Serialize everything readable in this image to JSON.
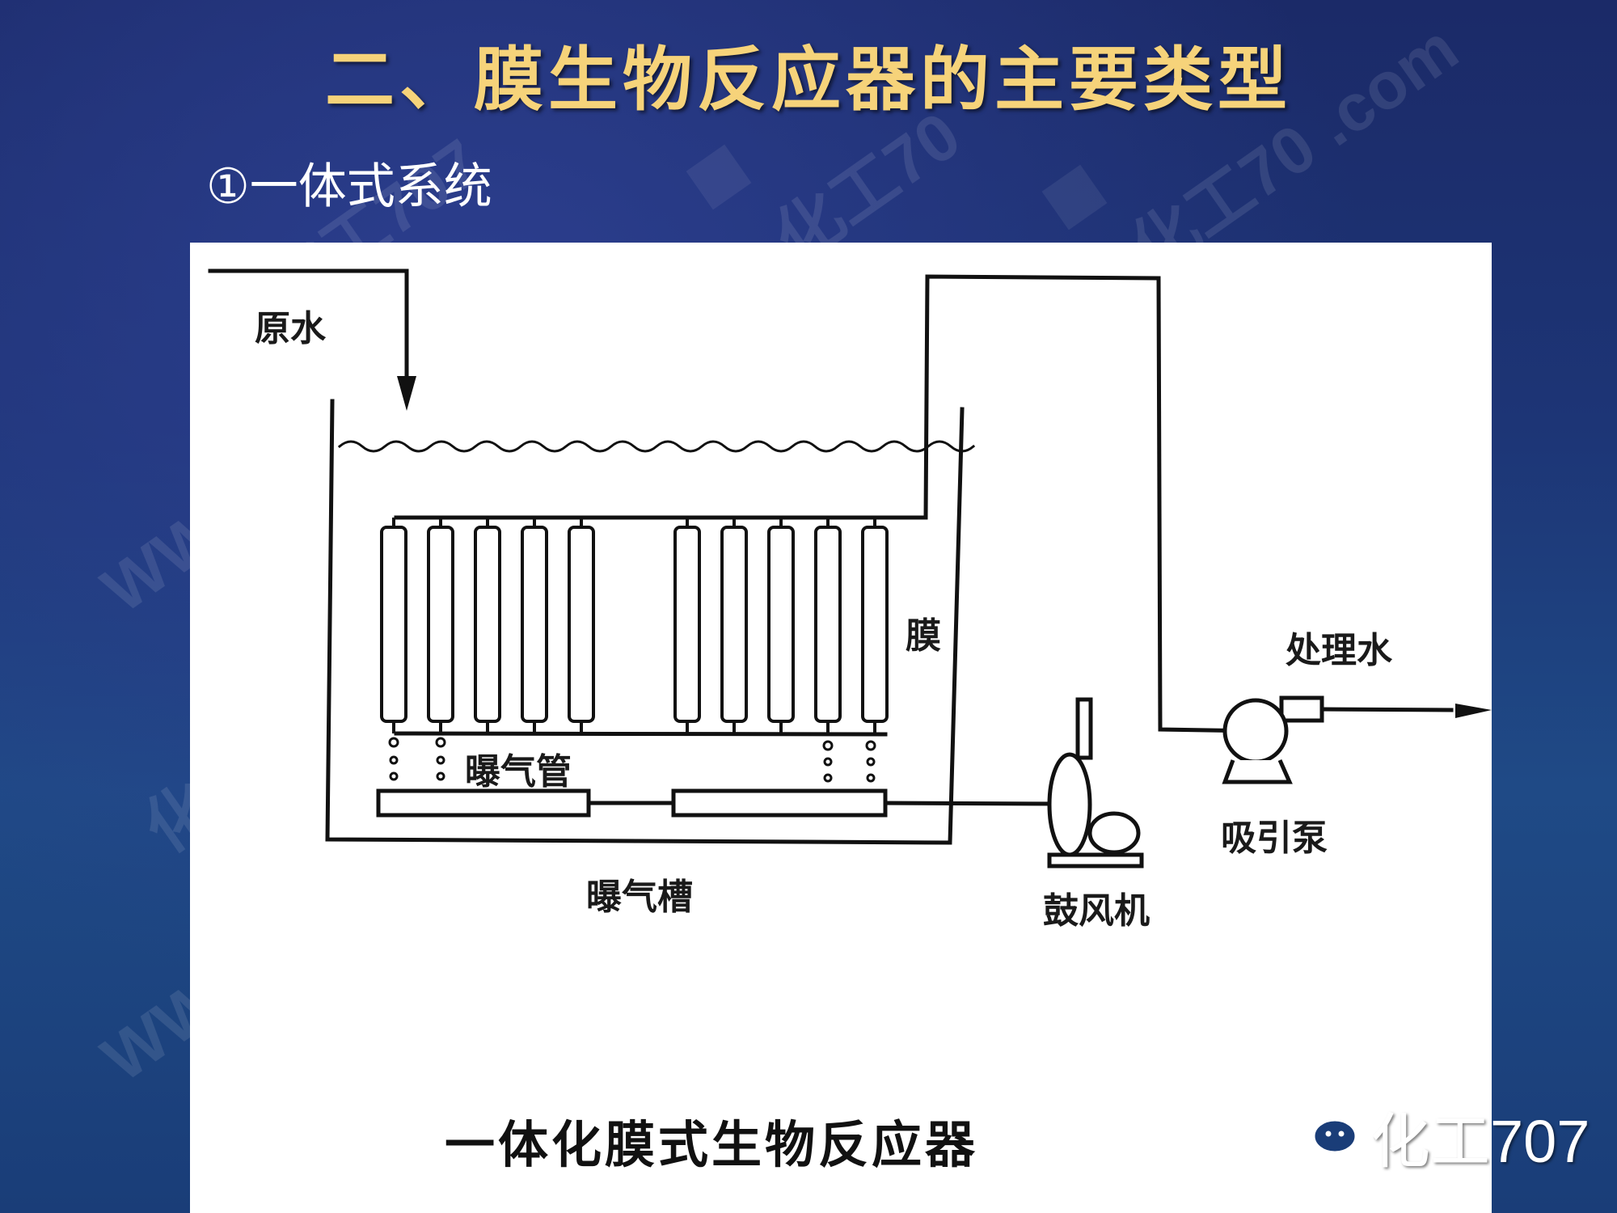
{
  "slide": {
    "title": "二、膜生物反应器的主要类型",
    "subtitle": "①一体式系统"
  },
  "diagram": {
    "labels": {
      "raw_water": "原水",
      "membrane": "膜",
      "aeration_pipe": "曝气管",
      "aeration_tank": "曝气槽",
      "treated_water": "处理水",
      "suction_pump": "吸引泵",
      "blower": "鼓风机"
    },
    "caption": "一体化膜式生物反应器"
  },
  "watermark": {
    "brand": "化工707"
  }
}
